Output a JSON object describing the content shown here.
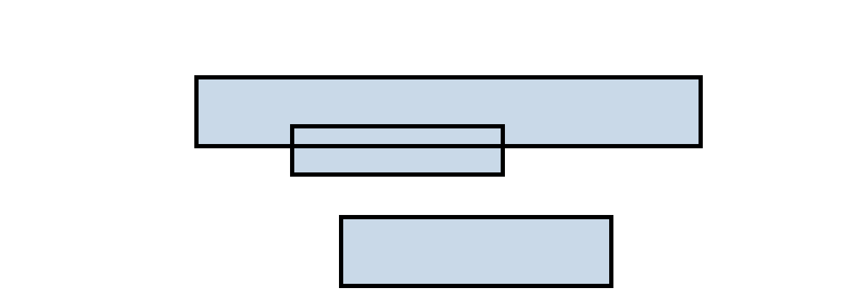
{
  "diagram": {
    "colors": {
      "background": "#ffffff",
      "box_fill": "#c9d9e8",
      "box_border": "#000000"
    },
    "shapes": [
      {
        "id": "wide-rectangle"
      },
      {
        "id": "overlapping-rectangle"
      },
      {
        "id": "lower-rectangle"
      }
    ]
  }
}
